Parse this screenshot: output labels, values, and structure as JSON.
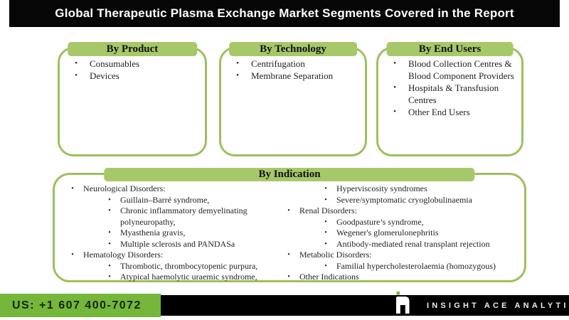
{
  "banner": {
    "title": "Global Therapeutic Plasma Exchange Market Segments Covered in the Report"
  },
  "segment_boxes": [
    {
      "title": "By Product",
      "items": [
        {
          "level": 0,
          "text": "Consumables"
        },
        {
          "level": 0,
          "text": "Devices"
        }
      ]
    },
    {
      "title": "By Technology",
      "items": [
        {
          "level": 0,
          "text": "Centrifugation"
        },
        {
          "level": 0,
          "text": "Membrane Separation"
        }
      ]
    },
    {
      "title": "By End Users",
      "items": [
        {
          "level": 0,
          "text": "Blood Collection Centres & Blood Component Providers"
        },
        {
          "level": 0,
          "text": "Hospitals & Transfusion Centres"
        },
        {
          "level": 0,
          "text": "Other End Users"
        }
      ]
    }
  ],
  "indication_box": {
    "title": "By Indication",
    "left_items": [
      {
        "level": 0,
        "text": "Neurological Disorders:"
      },
      {
        "level": 1,
        "text": "Guillain–Barré syndrome,"
      },
      {
        "level": 1,
        "text": "Chronic inflammatory demyelinating polyneuropathy,"
      },
      {
        "level": 1,
        "text": "Myasthenia gravis,"
      },
      {
        "level": 1,
        "text": "Multiple sclerosis and PANDASa"
      },
      {
        "level": 0,
        "text": "Hematology Disorders:"
      },
      {
        "level": 1,
        "text": "Thrombotic, thrombocytopenic purpura,"
      },
      {
        "level": 1,
        "text": "Atypical haemolytic uraemic syndrome,"
      }
    ],
    "right_items": [
      {
        "level": 1,
        "text": "Hyperviscosity syndromes"
      },
      {
        "level": 1,
        "text": "Severe/symptomatic cryoglobulinaemia"
      },
      {
        "level": 0,
        "text": "Renal Disorders:"
      },
      {
        "level": 1,
        "text": "Goodpasture’s syndrome,"
      },
      {
        "level": 1,
        "text": "Wegener's glomerulonephritis"
      },
      {
        "level": 1,
        "text": "Antibody-mediated renal transplant rejection"
      },
      {
        "level": 0,
        "text": "Metabolic Disorders:"
      },
      {
        "level": 1,
        "text": "Familial hypercholesterolaemia (homozygous)"
      },
      {
        "level": 0,
        "text": "Other Indications"
      }
    ]
  },
  "footer": {
    "phone_label": "US: +1 607 400-7072",
    "brand_name": "INSIGHT ACE ANALYTIC"
  },
  "colors": {
    "header_green": "#a7c869",
    "border_green": "#9dc05c",
    "footer_green": "#74b73a",
    "banner_bg": "#060606",
    "body_text": "#1f1f1f"
  }
}
